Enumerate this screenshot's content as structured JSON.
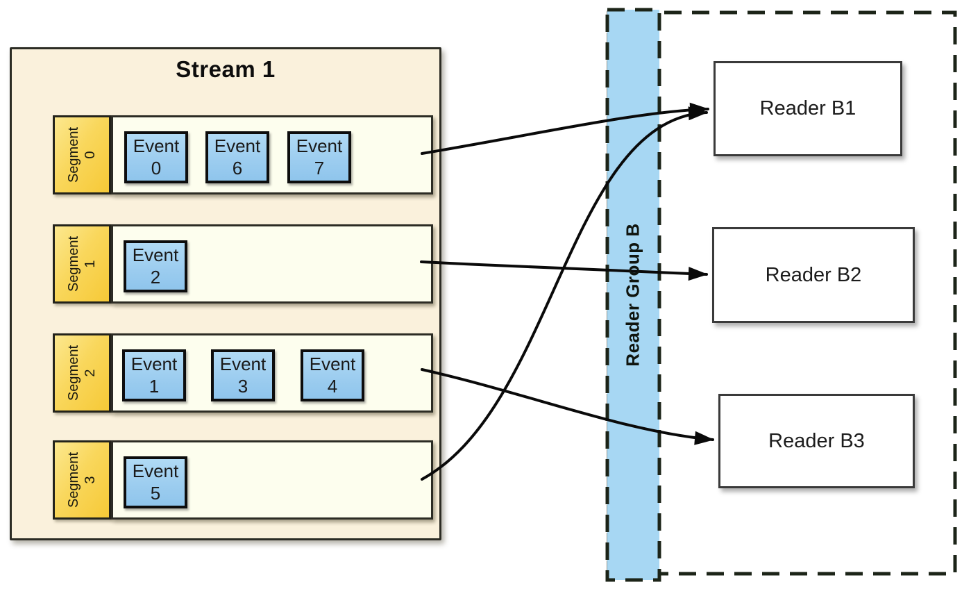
{
  "diagram": {
    "stream": {
      "title": "Stream 1",
      "segments": [
        {
          "name": "Segment",
          "number": "0",
          "events": [
            {
              "word": "Event",
              "number": "0"
            },
            {
              "word": "Event",
              "number": "6"
            },
            {
              "word": "Event",
              "number": "7"
            }
          ]
        },
        {
          "name": "Segment",
          "number": "1",
          "events": [
            {
              "word": "Event",
              "number": "2"
            }
          ]
        },
        {
          "name": "Segment",
          "number": "2",
          "events": [
            {
              "word": "Event",
              "number": "1"
            },
            {
              "word": "Event",
              "number": "3"
            },
            {
              "word": "Event",
              "number": "4"
            }
          ]
        },
        {
          "name": "Segment",
          "number": "3",
          "events": [
            {
              "word": "Event",
              "number": "5"
            }
          ]
        }
      ]
    },
    "reader_group": {
      "label": "Reader Group B",
      "readers": [
        "Reader B1",
        "Reader B2",
        "Reader B3"
      ]
    },
    "connections": [
      {
        "from": "Segment 0",
        "to": "Reader B1"
      },
      {
        "from": "Segment 1",
        "to": "Reader B2"
      },
      {
        "from": "Segment 2",
        "to": "Reader B3"
      },
      {
        "from": "Segment 3",
        "to": "Reader B1"
      }
    ],
    "colors": {
      "stream_fill": "#FAF1DC",
      "segment_tab_fill": "#F8D34E",
      "segment_body_fill": "#FDFEEE",
      "event_fill": "#9DCEF0",
      "reader_group_fill": "#A7D7F3",
      "reader_fill": "#FFFFFF",
      "outline": "#2C2C24",
      "dashed_outline": "#1C2418",
      "arrow": "#0A0A0A"
    }
  }
}
